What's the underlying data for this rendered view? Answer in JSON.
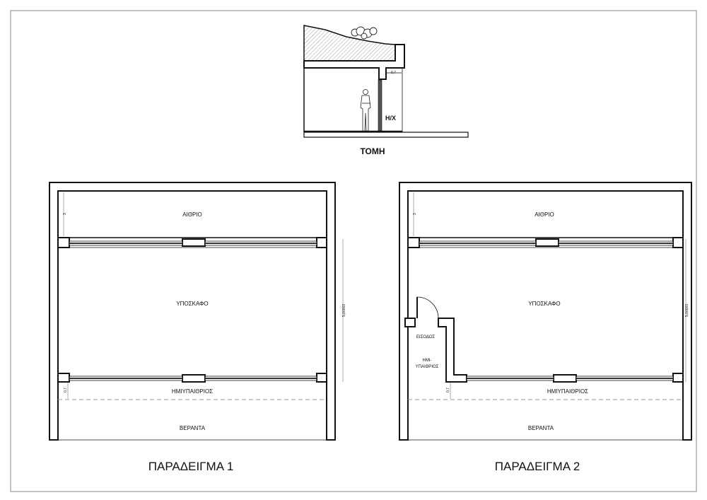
{
  "section": {
    "title": "ΤΟΜΗ",
    "height_label": "Η/Χ",
    "dim_label": "0,7"
  },
  "plans": [
    {
      "title": "ΠΑΡΑΔΕΙΓΜΑ 1",
      "rooms": {
        "atrium": "ΑΙΘΡΙΟ",
        "underground": "ΥΠΟΣΚΑΦΟ",
        "semi_open": "ΗΜΙΥΠΑΙΘΡΙΟΣ",
        "veranda": "ΒΕΡΑΝΤΑ"
      },
      "dims": {
        "atrium_depth": "3",
        "overhang": "0,7",
        "length": "5,00003"
      }
    },
    {
      "title": "ΠΑΡΑΔΕΙΓΜΑ 2",
      "rooms": {
        "atrium": "ΑΙΘΡΙΟ",
        "underground": "ΥΠΟΣΚΑΦΟ",
        "semi_open": "ΗΜΙΥΠΑΙΘΡΙΟΣ",
        "veranda": "ΒΕΡΑΝΤΑ",
        "entrance": "ΕΙΣΟΔΟΣ",
        "semi_open_1": "ΗΜΙ-",
        "semi_open_2": "ΥΠΑΙΘΡΙΟΣ"
      },
      "dims": {
        "atrium_depth": "3",
        "overhang": "0,7",
        "length": "5,00003"
      }
    }
  ]
}
